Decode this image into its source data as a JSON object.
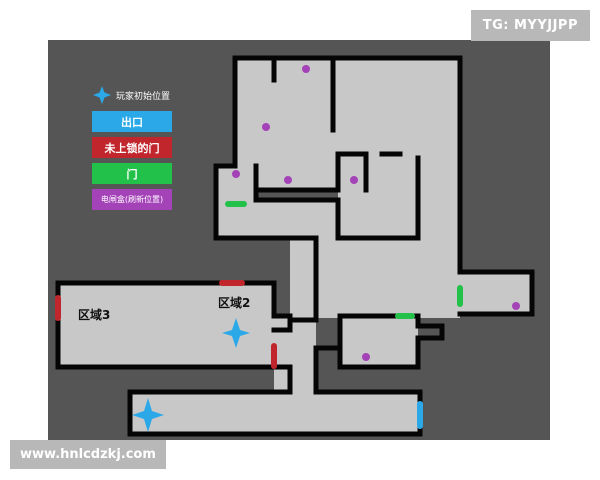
{
  "legend": {
    "start_label": "玩家初始位置",
    "items": [
      {
        "label": "出口",
        "color": "#2aa8e8"
      },
      {
        "label": "未上锁的门",
        "color": "#c0262c"
      },
      {
        "label": "门",
        "color": "#22c24a"
      },
      {
        "label": "电闸盒(刷新位置)",
        "color": "#a442b8"
      }
    ]
  },
  "zones": {
    "zone3": "区域3",
    "zone2": "区域2"
  },
  "colors": {
    "floor": "#c8c8c8",
    "wall": "#050505",
    "background": "#555555",
    "start_marker": "#2aa8e8",
    "exit": "#2aa8e8",
    "unlocked_door": "#c0262c",
    "door": "#22c24a",
    "fuse_box": "#a442b8"
  },
  "watermarks": {
    "top": "TG: MYYJJPP",
    "bottom": "www.hnlcdzkj.com"
  }
}
